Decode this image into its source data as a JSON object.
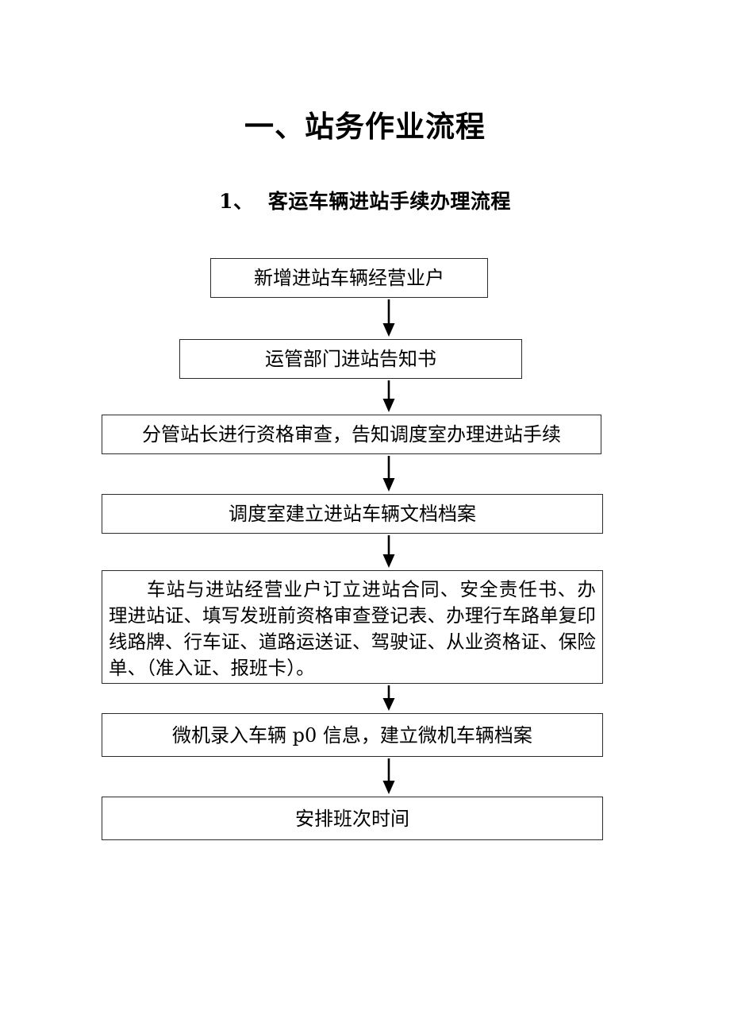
{
  "document": {
    "title": "一、站务作业流程",
    "subtitle": "1、  客运车辆进站手续办理流程"
  },
  "flowchart": {
    "orientation": "vertical-top-to-bottom",
    "connector": "down-arrow",
    "boxes": [
      {
        "id": "box-1",
        "text": "新增进站车辆经营业户"
      },
      {
        "id": "box-2",
        "text": "运管部门进站告知书"
      },
      {
        "id": "box-3",
        "text": "分管站长进行资格审查，告知调度室办理进站手续"
      },
      {
        "id": "box-4",
        "text": "调度室建立进站车辆文档档案"
      },
      {
        "id": "box-5",
        "text": "车站与进站经营业户订立进站合同、安全责任书、办理进站证、填写发班前资格审查登记表、办理行车路单复印线路牌、行车证、道路运送证、驾驶证、从业资格证、保险单、（准入证、报班卡）。"
      },
      {
        "id": "box-6",
        "text": "微机录入车辆 p0 信息，建立微机车辆档案"
      },
      {
        "id": "box-7",
        "text": "安排班次时间"
      }
    ],
    "arrows": [
      {
        "id": "arrow-1",
        "from": "box-1",
        "to": "box-2"
      },
      {
        "id": "arrow-2",
        "from": "box-2",
        "to": "box-3"
      },
      {
        "id": "arrow-3",
        "from": "box-3",
        "to": "box-4"
      },
      {
        "id": "arrow-4",
        "from": "box-4",
        "to": "box-5"
      },
      {
        "id": "arrow-5",
        "from": "box-5",
        "to": "box-6"
      },
      {
        "id": "arrow-6",
        "from": "box-6",
        "to": "box-7"
      }
    ]
  },
  "colors": {
    "page_background": "#ffffff",
    "text": "#000000",
    "box_border": "#2b2b2b",
    "arrow": "#000000"
  }
}
